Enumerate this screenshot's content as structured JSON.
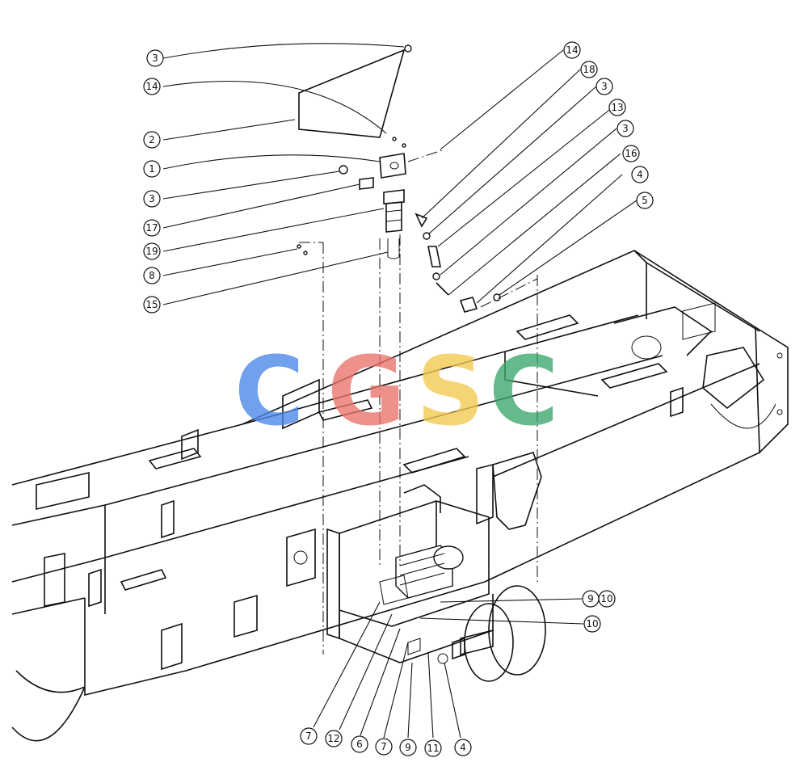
{
  "watermark": {
    "letters": [
      {
        "char": "C",
        "color": "#4a86e8"
      },
      {
        "char": "G",
        "color": "#e8736a"
      },
      {
        "char": "S",
        "color": "#f2c94c"
      },
      {
        "char": "C",
        "color": "#3aa76d"
      }
    ]
  },
  "callouts": [
    {
      "id": "c3a",
      "label": "3"
    },
    {
      "id": "c14a",
      "label": "14"
    },
    {
      "id": "c2",
      "label": "2"
    },
    {
      "id": "c1",
      "label": "1"
    },
    {
      "id": "c3b",
      "label": "3"
    },
    {
      "id": "c17",
      "label": "17"
    },
    {
      "id": "c19",
      "label": "19"
    },
    {
      "id": "c8",
      "label": "8"
    },
    {
      "id": "c15",
      "label": "15"
    },
    {
      "id": "c14b",
      "label": "14"
    },
    {
      "id": "c18",
      "label": "18"
    },
    {
      "id": "c3c",
      "label": "3"
    },
    {
      "id": "c13",
      "label": "13"
    },
    {
      "id": "c3d",
      "label": "3"
    },
    {
      "id": "c16",
      "label": "16"
    },
    {
      "id": "c4a",
      "label": "4"
    },
    {
      "id": "c5",
      "label": "5"
    },
    {
      "id": "c9a",
      "label": "9"
    },
    {
      "id": "c10a",
      "label": "10"
    },
    {
      "id": "c10b",
      "label": "10"
    },
    {
      "id": "c7a",
      "label": "7"
    },
    {
      "id": "c12",
      "label": "12"
    },
    {
      "id": "c6",
      "label": "6"
    },
    {
      "id": "c7b",
      "label": "7"
    },
    {
      "id": "c9b",
      "label": "9"
    },
    {
      "id": "c11",
      "label": "11"
    },
    {
      "id": "c4b",
      "label": "4"
    }
  ]
}
